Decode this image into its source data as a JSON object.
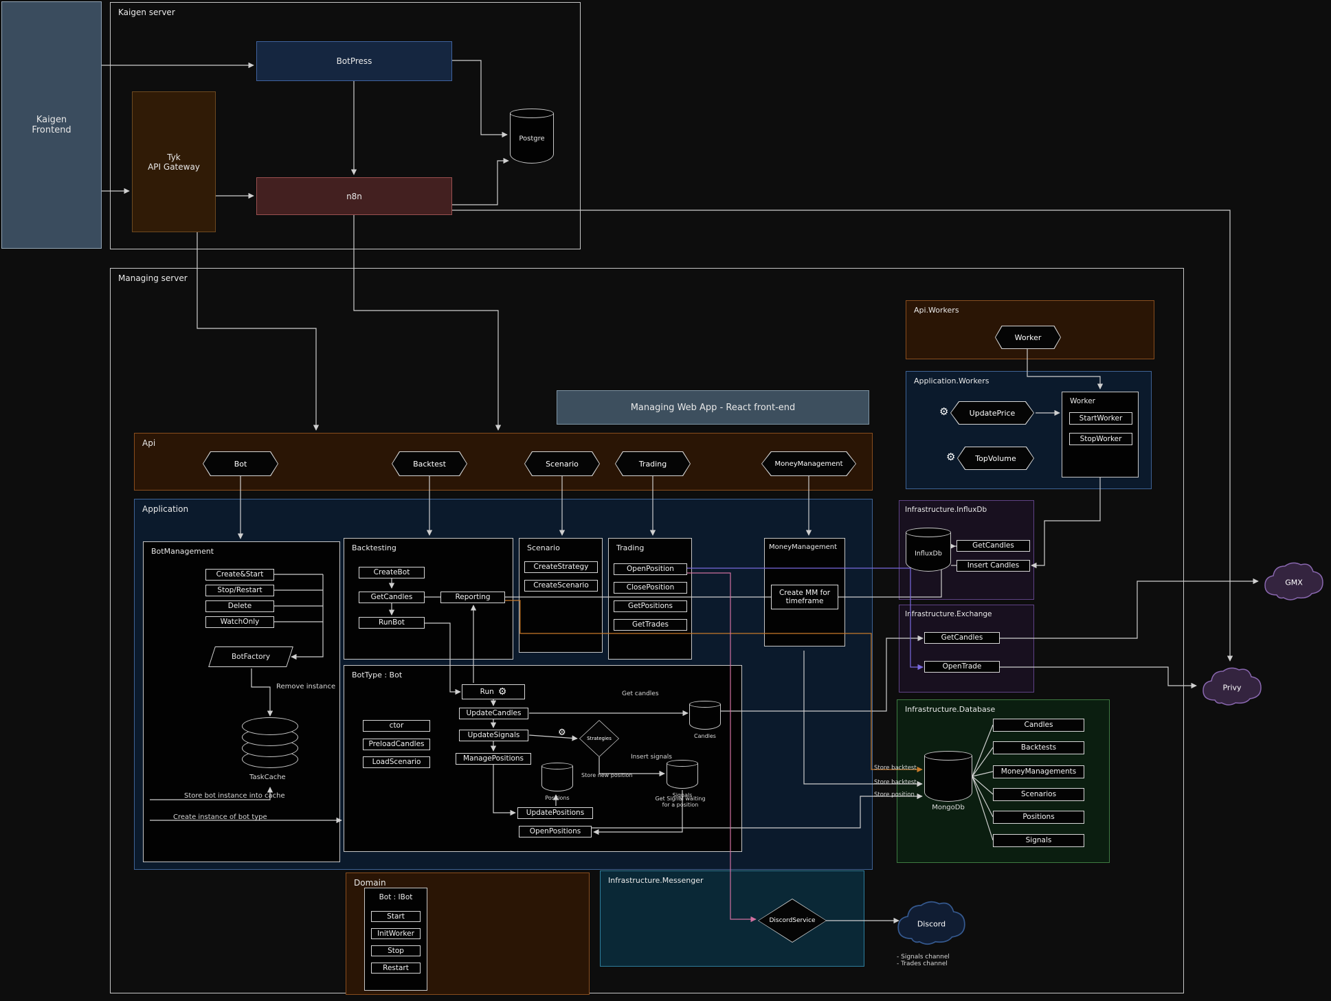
{
  "frontend": {
    "label": "Kaigen\nFrontend"
  },
  "kserver": {
    "title": "Kaigen server",
    "botpress": "BotPress",
    "tyk": "Tyk\nAPI Gateway",
    "n8n": "n8n",
    "postgre": "Postgre"
  },
  "mserver": {
    "title": "Managing server",
    "webapp": "Managing Web App - React front-end"
  },
  "apiworkers": {
    "title": "Api.Workers",
    "worker": "Worker"
  },
  "appworkers": {
    "title": "Application.Workers",
    "updateprice": "UpdatePrice",
    "topvolume": "TopVolume",
    "workertitle": "Worker",
    "start": "StartWorker",
    "stop": "StopWorker"
  },
  "api": {
    "title": "Api",
    "ep": [
      "Bot",
      "Backtest",
      "Scenario",
      "Trading",
      "MoneyManagement"
    ]
  },
  "app": {
    "title": "Application"
  },
  "botman": {
    "title": "BotManagement",
    "b": [
      "Create&Start",
      "Stop/Restart",
      "Delete",
      "WatchOnly"
    ],
    "factory": "BotFactory",
    "cache": "TaskCache",
    "remove": "Remove instance",
    "store": "Store bot instance into cache",
    "create": "Create instance of bot type"
  },
  "backtesting": {
    "title": "Backtesting",
    "b": [
      "CreateBot",
      "GetCandles",
      "RunBot"
    ],
    "reporting": "Reporting"
  },
  "scenario": {
    "title": "Scenario",
    "b": [
      "CreateStrategy",
      "CreateScenario"
    ]
  },
  "trading": {
    "title": "Trading",
    "b": [
      "OpenPosition",
      "ClosePosition",
      "GetPositions",
      "GetTrades"
    ]
  },
  "mm": {
    "title": "MoneyManagement",
    "create": "Create MM for\ntimeframe"
  },
  "bottype": {
    "title": "BotType : Bot",
    "run": "Run",
    "b": [
      "UpdateCandles",
      "UpdateSignals",
      "ManagePositions"
    ],
    "left": [
      "ctor",
      "PreloadCandles",
      "LoadScenario"
    ],
    "pos": [
      "UpdatePositions",
      "OpenPositions"
    ],
    "cyl": [
      "Candles",
      "Positions",
      "Signals"
    ],
    "strategies": "Strategies",
    "getcandles": "Get candles",
    "insertsignals": "Insert signals",
    "storenewpos": "Store new position",
    "getsignal": "Get Signal waiting\nfor a position"
  },
  "influx": {
    "title": "Infrastructure.InfluxDb",
    "db": "InfluxDb",
    "get": "GetCandles",
    "insert": "Insert Candles"
  },
  "exchange": {
    "title": "Infrastructure.Exchange",
    "get": "GetCandles",
    "open": "OpenTrade"
  },
  "dbx": {
    "title": "Infrastructure.Database",
    "db": "MongoDb",
    "c": [
      "Candles",
      "Backtests",
      "MoneyManagements",
      "Scenarios",
      "Positions",
      "Signals"
    ],
    "sb1": "Store backtest",
    "sb2": "Store backtest",
    "sp": "Store position"
  },
  "domain": {
    "title": "Domain",
    "ibot": "Bot : IBot",
    "b": [
      "Start",
      "InitWorker",
      "Stop",
      "Restart"
    ]
  },
  "messenger": {
    "title": "Infrastructure.Messenger",
    "discordsvc": "DiscordService"
  },
  "ext": {
    "gmx": "GMX",
    "privy": "Privy",
    "discord": "Discord",
    "channels": "- Signals channel\n- Trades channel"
  },
  "icons": {
    "gear": "⚙"
  },
  "colors": {
    "accent_orange": "#c87a2a",
    "accent_pink": "#d070a0",
    "accent_violet": "#7a6adf",
    "wire": "#cfcfcf"
  }
}
